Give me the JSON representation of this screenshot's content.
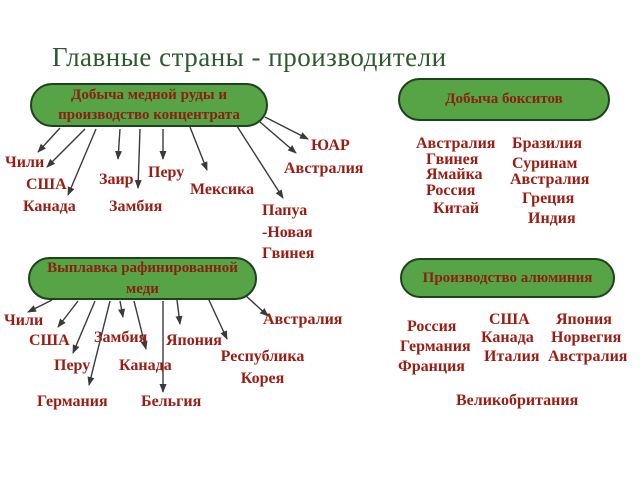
{
  "slide": {
    "title": "Главные страны - производители"
  },
  "boxes": {
    "copper_ore": {
      "title": "Добыча медной руды и производство концентрата"
    },
    "bauxite": {
      "title": "Добыча бокситов"
    },
    "refined_copper": {
      "title": "Выплавка рафинированной меди"
    },
    "aluminum": {
      "title": "Производство алюминия"
    }
  },
  "countries": {
    "copper_ore": [
      "Чили",
      "США",
      "Канада",
      "Заир",
      "Замбия",
      "Перу",
      "Мексика",
      "Папуа\n-Новая\nГвинея",
      "ЮАР",
      "Австралия"
    ],
    "bauxite": [
      "Австралия",
      "Гвинея",
      "Ямайка",
      "Россия",
      "Китай",
      "Бразилия",
      "Суринам",
      "Австралия",
      "Греция",
      "Индия"
    ],
    "refined_copper": [
      "Чили",
      "США",
      "Замбия",
      "Япония",
      "Перу",
      "Канада",
      "Республика\nКорея",
      "Германия",
      "Бельгия",
      "Австралия"
    ],
    "aluminum": [
      "Россия",
      "Германия",
      "Франция",
      "США",
      "Канада",
      "Италия",
      "Япония",
      "Норвегия",
      "Австралия",
      "Великобритания"
    ]
  },
  "colors": {
    "title_text": "#2d5a2d",
    "box_fill": "#57a447",
    "box_border": "#1d421d",
    "box_text": "#8b1f10",
    "label_text": "#9b1c12",
    "arrow": "#3a3a3a"
  }
}
